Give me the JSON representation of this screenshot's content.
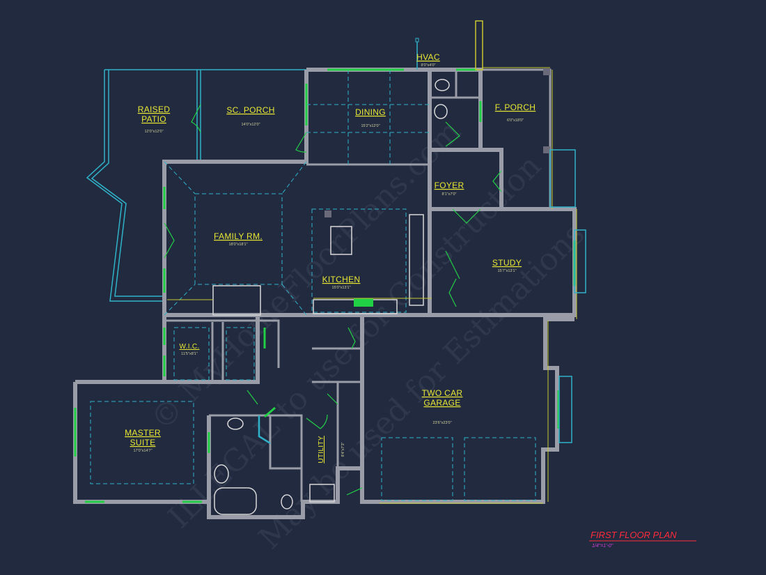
{
  "watermark": {
    "line1": "© MyHomeFloorPlans.com",
    "line2": "ILLEGAL to use for Construction",
    "line3": "May be used for Estimations"
  },
  "rooms": {
    "raised_patio": {
      "name_1": "RAISED",
      "name_2": "PATIO",
      "dims": "12'0\"x12'0\""
    },
    "sc_porch": {
      "name": "SC. PORCH",
      "dims": "14'0\"x12'0\""
    },
    "dining": {
      "name": "DINING",
      "dims": "15'2\"x12'0\""
    },
    "hvac": {
      "name": "HVAC",
      "dims": "8'0\"x4'0\""
    },
    "f_porch": {
      "name": "F. PORCH",
      "dims": "6'0\"x18'0\""
    },
    "foyer": {
      "name": "FOYER",
      "dims": "8'1\"x7'0\""
    },
    "family_rm": {
      "name": "FAMILY RM.",
      "dims": "18'0\"x18'1\""
    },
    "kitchen": {
      "name": "KITCHEN",
      "dims": "15'0\"x13'1\""
    },
    "study": {
      "name": "STUDY",
      "dims": "15'7\"x13'1\""
    },
    "wic": {
      "name": "W.I.C.",
      "dims": "11'5\"x8'1\""
    },
    "two_car_garage": {
      "name_1": "TWO CAR",
      "name_2": "GARAGE",
      "dims": "23'6\"x23'0\""
    },
    "master_suite": {
      "name_1": "MASTER",
      "name_2": "SUITE",
      "dims": "17'0\"x14'7\""
    },
    "utility": {
      "name": "UTILITY",
      "dims": "8'4\"x7'3\""
    }
  },
  "title_block": {
    "title": "FIRST FLOOR PLAN",
    "scale": "1/4\"=1'-0\""
  },
  "colors": {
    "background": "#222a40",
    "walls": "#9a9ca8",
    "windows": "#22d046",
    "ceiling_lines": "#2fb3c8",
    "room_labels": "#e8e832",
    "title": "#ff2a3a",
    "scale": "#d040d8"
  }
}
